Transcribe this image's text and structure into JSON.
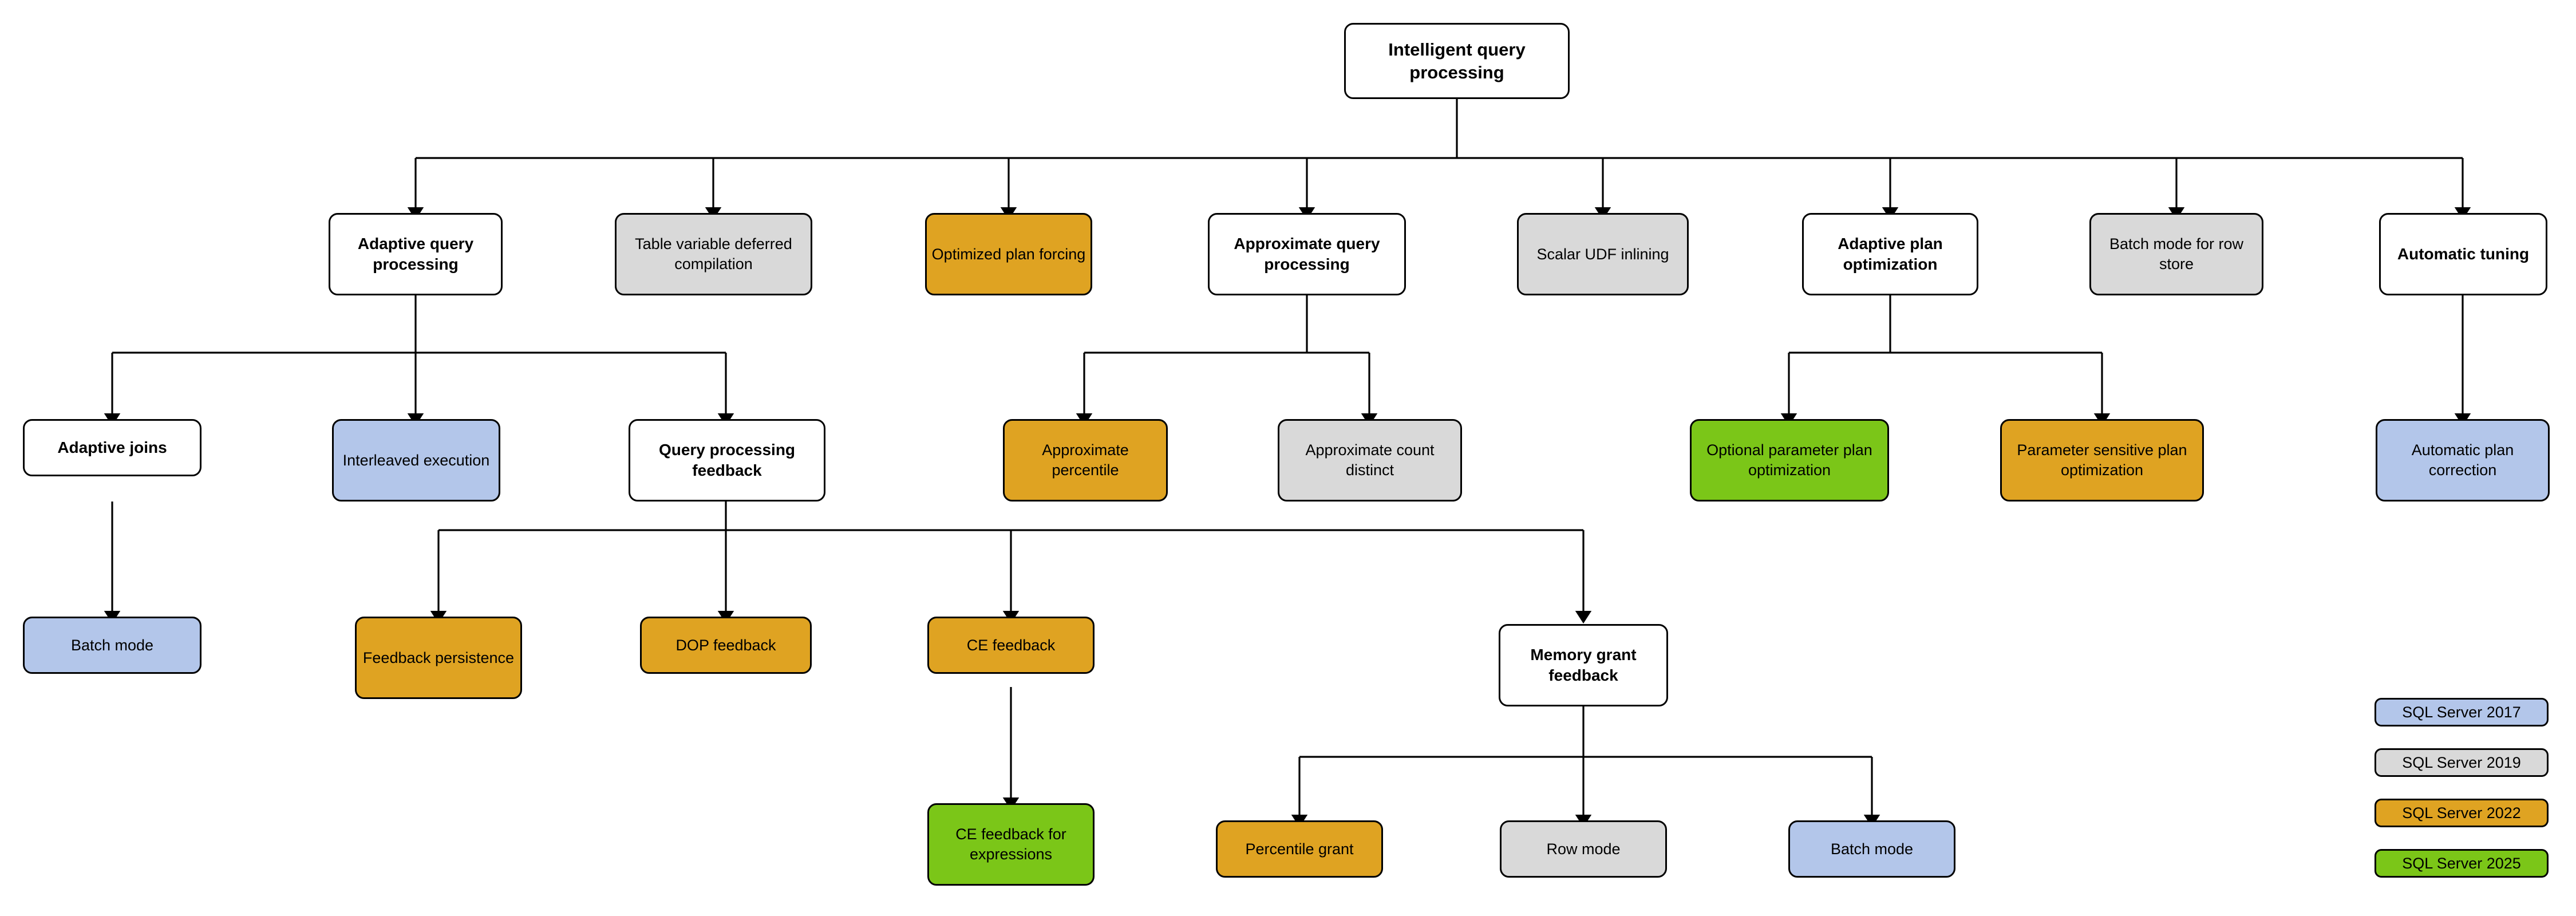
{
  "diagram": {
    "title": "Intelligent query processing",
    "root": {
      "id": "root",
      "label": "Intelligent query processing",
      "color": "white",
      "bold": true
    },
    "level2": [
      {
        "id": "aqp",
        "label": "Adaptive query processing",
        "color": "white",
        "bold": true
      },
      {
        "id": "tvdc",
        "label": "Table variable deferred compilation",
        "color": "gray",
        "bold": false
      },
      {
        "id": "opf",
        "label": "Optimized plan forcing",
        "color": "gold",
        "bold": false
      },
      {
        "id": "apq",
        "label": "Approximate query processing",
        "color": "white",
        "bold": true
      },
      {
        "id": "udf",
        "label": "Scalar UDF inlining",
        "color": "gray",
        "bold": false
      },
      {
        "id": "apo",
        "label": "Adaptive plan optimization",
        "color": "white",
        "bold": true
      },
      {
        "id": "bmrs",
        "label": "Batch mode for row store",
        "color": "gray",
        "bold": false
      },
      {
        "id": "at",
        "label": "Automatic tuning",
        "color": "white",
        "bold": true
      }
    ],
    "level3": [
      {
        "id": "aj",
        "label": "Adaptive joins",
        "color": "white",
        "bold": true,
        "parent": "aqp"
      },
      {
        "id": "ie",
        "label": "Interleaved execution",
        "color": "blue",
        "bold": false,
        "parent": "aqp"
      },
      {
        "id": "qpf",
        "label": "Query processing feedback",
        "color": "white",
        "bold": true,
        "parent": "aqp"
      },
      {
        "id": "ap",
        "label": "Approximate percentile",
        "color": "gold",
        "bold": false,
        "parent": "apq"
      },
      {
        "id": "acd",
        "label": "Approximate count distinct",
        "color": "gray",
        "bold": false,
        "parent": "apq"
      },
      {
        "id": "oppo",
        "label": "Optional parameter plan optimization",
        "color": "green",
        "bold": false,
        "parent": "apo"
      },
      {
        "id": "pspo",
        "label": "Parameter sensitive plan optimization",
        "color": "gold",
        "bold": false,
        "parent": "apo"
      },
      {
        "id": "apc",
        "label": "Automatic plan correction",
        "color": "blue",
        "bold": false,
        "parent": "at"
      }
    ],
    "level4": [
      {
        "id": "bm1",
        "label": "Batch mode",
        "color": "blue",
        "bold": false,
        "parent": "aj"
      },
      {
        "id": "fp",
        "label": "Feedback persistence",
        "color": "gold",
        "bold": false,
        "parent": "qpf"
      },
      {
        "id": "dopf",
        "label": "DOP feedback",
        "color": "gold",
        "bold": false,
        "parent": "qpf"
      },
      {
        "id": "cef",
        "label": "CE feedback",
        "color": "gold",
        "bold": false,
        "parent": "qpf"
      },
      {
        "id": "mgf",
        "label": "Memory grant feedback",
        "color": "white",
        "bold": true,
        "parent": "qpf"
      }
    ],
    "level5": [
      {
        "id": "cefe",
        "label": "CE feedback for expressions",
        "color": "green",
        "bold": false,
        "parent": "cef"
      },
      {
        "id": "pg",
        "label": "Percentile grant",
        "color": "gold",
        "bold": false,
        "parent": "mgf"
      },
      {
        "id": "rm",
        "label": "Row mode",
        "color": "gray",
        "bold": false,
        "parent": "mgf"
      },
      {
        "id": "bm2",
        "label": "Batch mode",
        "color": "blue",
        "bold": false,
        "parent": "mgf"
      }
    ]
  },
  "legend": {
    "items": [
      {
        "label": "SQL Server 2017",
        "color": "blue"
      },
      {
        "label": "SQL Server 2019",
        "color": "gray"
      },
      {
        "label": "SQL Server 2022",
        "color": "gold"
      },
      {
        "label": "SQL Server 2025",
        "color": "green"
      }
    ]
  },
  "colors": {
    "white": "#ffffff",
    "gray": "#d9d9d9",
    "gold": "#dfa322",
    "blue": "#b3c6ea",
    "green": "#7bc618",
    "stroke": "#000000"
  }
}
